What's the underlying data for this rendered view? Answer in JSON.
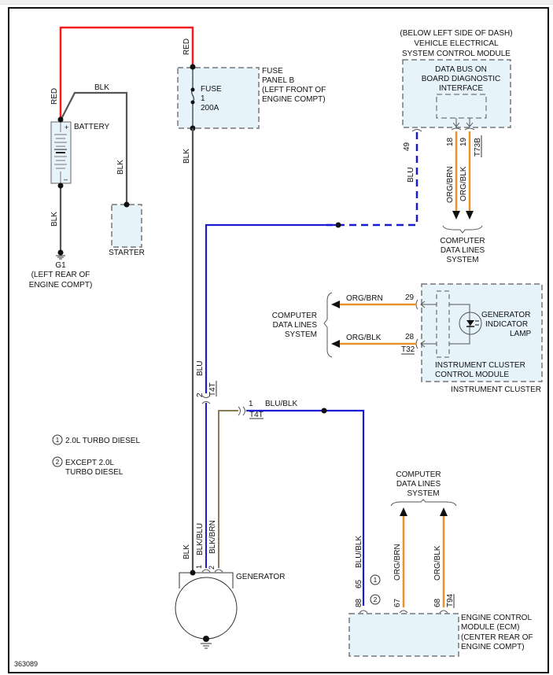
{
  "diagram": {
    "id_number": "363089",
    "colors": {
      "red_wire": "#ee1c1c",
      "black_wire": "#555555",
      "blue_wire": "#1b1bd6",
      "orange_wire": "#e8912e",
      "brown_wire": "#8a7a55",
      "component_fill": "#e6f3fb",
      "dashed_border": "#777777"
    },
    "battery": {
      "label": "BATTERY",
      "plus": "+",
      "minus": "–"
    },
    "wires": {
      "battery_red": "RED",
      "fuse_red": "RED",
      "battery_blk_top": "BLK",
      "starter_blk": "BLK",
      "battery_ground_blk": "BLK",
      "fuse_out_blk": "BLK",
      "gen_blu": "BLU",
      "vescm_blu": "BLU",
      "vescm_org_brn": "ORG/BRN",
      "vescm_org_blk": "ORG/BLK",
      "cluster_org_brn": "ORG/BRN",
      "cluster_org_blk": "ORG/BLK",
      "t4t_blu_blk": "BLU/BLK",
      "gen_blk": "BLK",
      "gen_blk_blu": "BLK/BLU",
      "gen_blk_brn": "BLK/BRN",
      "ecm_blu_blk": "BLU/BLK",
      "ecm_org_brn": "ORG/BRN",
      "ecm_org_blk": "ORG/BLK"
    },
    "ground": {
      "name": "G1",
      "line1": "(LEFT REAR OF",
      "line2": "ENGINE COMPT)"
    },
    "starter": {
      "label": "STARTER"
    },
    "fuse_panel": {
      "line1": "FUSE",
      "line2": "PANEL B",
      "line3": "(LEFT FRONT OF",
      "line4": "ENGINE COMPT)",
      "fuse_label": "FUSE",
      "fuse_number": "1",
      "fuse_rating": "200A"
    },
    "vescm": {
      "line1": "(BELOW LEFT SIDE OF DASH)",
      "line2": "VEHICLE ELECTRICAL",
      "line3": "SYSTEM CONTROL MODULE",
      "inner1": "DATA BUS ON",
      "inner2": "BOARD DIAGNOSTIC",
      "inner3": "INTERFACE",
      "pin_blu": "49",
      "pin_org_brn": "18",
      "pin_org_blk": "19",
      "connector": "T73B"
    },
    "data_lines_top": {
      "line1": "COMPUTER",
      "line2": "DATA LINES",
      "line3": "SYSTEM"
    },
    "data_lines_mid": {
      "line1": "COMPUTER",
      "line2": "DATA LINES",
      "line3": "SYSTEM"
    },
    "data_lines_ecm": {
      "line1": "COMPUTER",
      "line2": "DATA LINES",
      "line3": "SYSTEM"
    },
    "cluster": {
      "pin_org_brn": "29",
      "pin_org_blk": "28",
      "connector": "T32",
      "lamp1": "GENERATOR",
      "lamp2": "INDICATOR",
      "lamp3": "LAMP",
      "module1": "INSTRUMENT CLUSTER",
      "module2": "CONTROL MODULE",
      "outer": "INSTRUMENT CLUSTER"
    },
    "t4t": {
      "pin_2": "2",
      "pin_1": "1",
      "connector_a": "T4T",
      "connector_b": "T4T"
    },
    "legend": [
      {
        "marker": "1",
        "text": "2.0L TURBO DIESEL"
      },
      {
        "marker": "2",
        "line1": "EXCEPT 2.0L",
        "line2": "TURBO DIESEL"
      }
    ],
    "generator": {
      "label": "GENERATOR",
      "pin_1": "1",
      "pin_2": "2"
    },
    "ecm": {
      "pin_65": "65",
      "pin_88": "88",
      "pin_67": "67",
      "pin_68": "68",
      "marker_1": "1",
      "marker_2": "2",
      "connector": "T94",
      "line1": "ENGINE CONTROL",
      "line2": "MODULE (ECM)",
      "line3": "(CENTER REAR OF",
      "line4": "ENGINE COMPT)"
    }
  }
}
